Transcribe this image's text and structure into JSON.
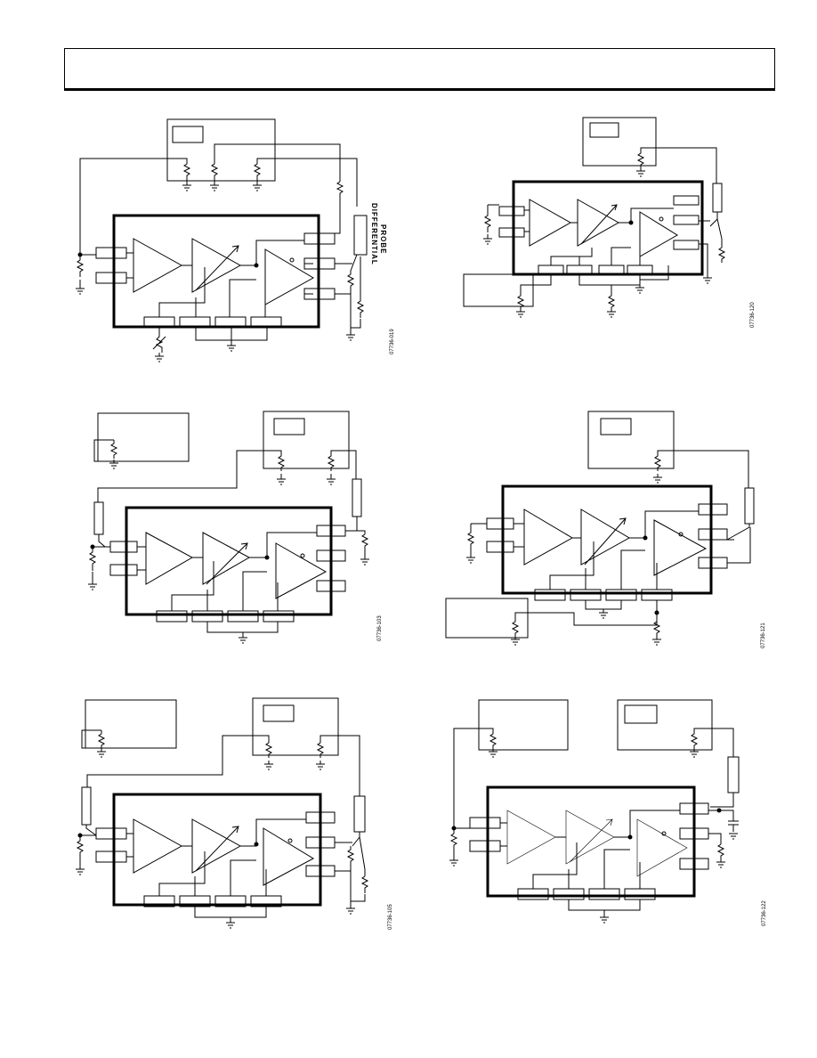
{
  "page": {
    "header_title": ""
  },
  "figures": [
    {
      "code": "07736-019",
      "probe_label_1": "DIFFERENTIAL",
      "probe_label_2": "PROBE"
    },
    {
      "code": "07736-120"
    },
    {
      "code": "07736-103"
    },
    {
      "code": "07736-121"
    },
    {
      "code": "07736-105"
    },
    {
      "code": "07736-122"
    }
  ]
}
